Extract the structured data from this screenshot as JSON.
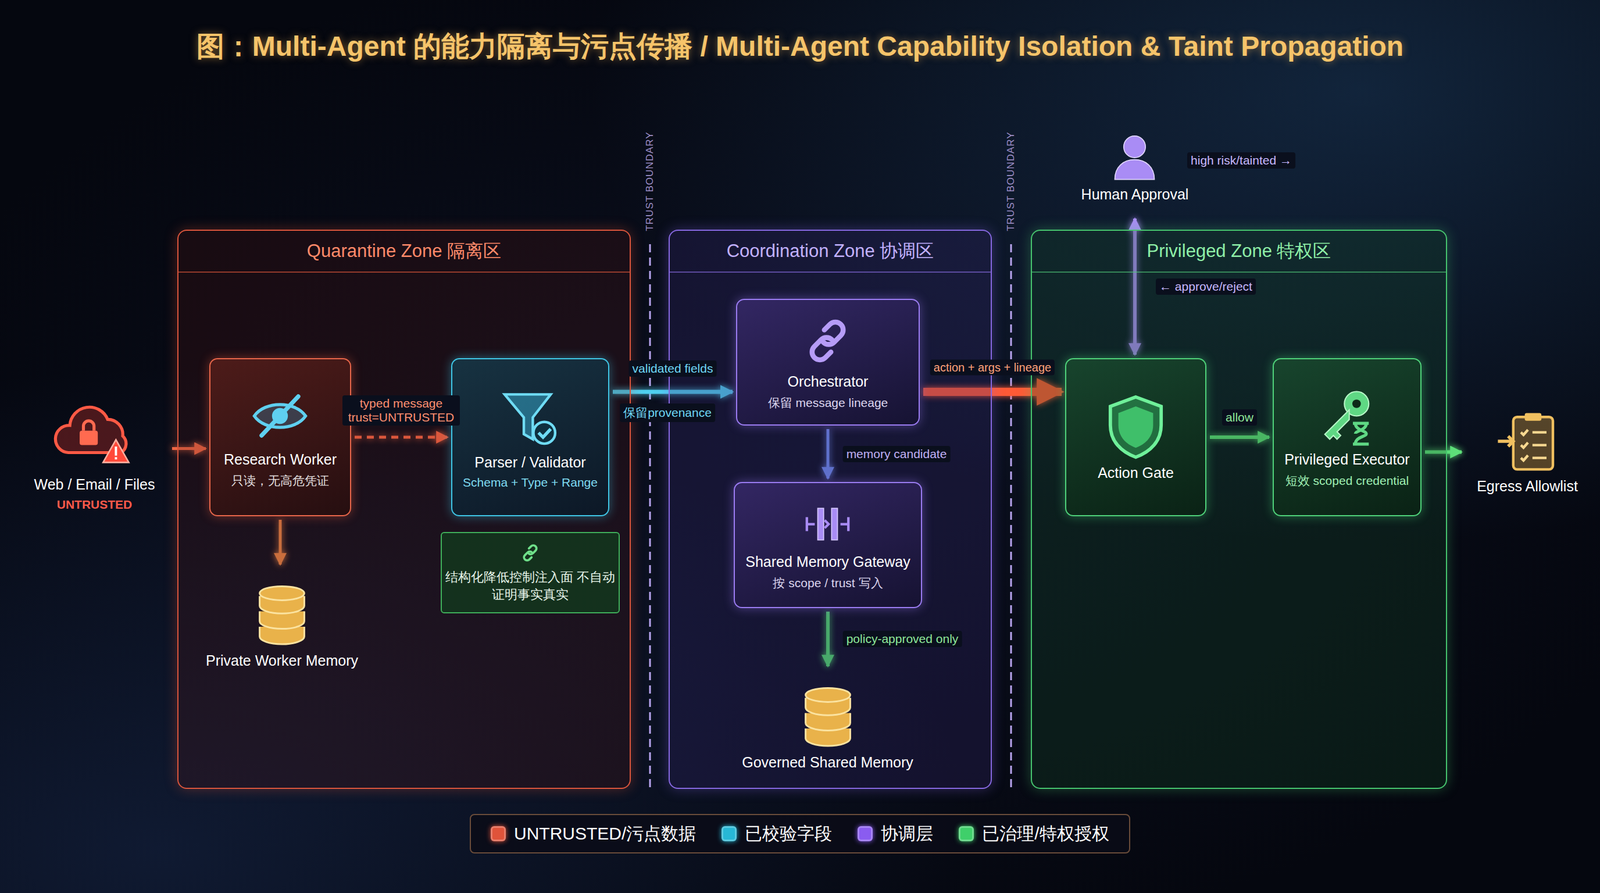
{
  "diagram": {
    "title": "图：Multi-Agent 的能力隔离与污点传播 / Multi-Agent Capability Isolation & Taint Propagation",
    "nodes": [
      {
        "text": [
          "Web / Email / Files",
          "UNTRUSTED"
        ]
      },
      {
        "text": [
          "Quarantine Zone 隔离区"
        ]
      },
      {
        "text": [
          "Research Worker",
          "只读，无高危凭证"
        ],
        "in": 1
      },
      {
        "text": [
          "Private Worker Memory"
        ],
        "in": 1
      },
      {
        "text": [
          "Parser / Validator",
          "Schema + Type + Range"
        ],
        "in": 1
      },
      {
        "text": [
          "结构化降低控制注入面 不自动证明事实真实"
        ],
        "in": 1
      },
      {
        "text": [
          "Coordination Zone 协调区"
        ]
      },
      {
        "text": [
          "Orchestrator",
          "保留 message lineage"
        ],
        "in": 6
      },
      {
        "text": [
          "Shared Memory Gateway",
          "按 scope / trust 写入"
        ],
        "in": 6
      },
      {
        "text": [
          "Governed Shared Memory"
        ],
        "in": 6
      },
      {
        "text": [
          "Human Approval"
        ]
      },
      {
        "text": [
          "Privileged Zone 特权区"
        ]
      },
      {
        "text": [
          "Action Gate"
        ],
        "in": 11
      },
      {
        "text": [
          "Privileged Executor",
          "短效 scoped credential"
        ],
        "in": 11
      },
      {
        "text": [
          "Egress Allowlist"
        ]
      }
    ],
    "edges": [
      {
        "from": 0,
        "to": 2,
        "arrow": "to"
      },
      {
        "from": 2,
        "to": 3,
        "arrow": "to"
      },
      {
        "from": 2,
        "to": 4,
        "arrow": "to",
        "label": "typed message trust=UNTRUSTED"
      },
      {
        "from": 4,
        "to": 7,
        "arrow": "to",
        "label": "validated fields"
      },
      {
        "from": 7,
        "to": 8,
        "arrow": "to",
        "label": "memory candidate"
      },
      {
        "from": 8,
        "to": 9,
        "arrow": "to",
        "label": "policy-approved only"
      },
      {
        "from": 7,
        "to": 12,
        "arrow": "to",
        "label": "action + args + lineage"
      },
      {
        "from": 12,
        "to": 10,
        "arrow": "both",
        "label": "← approve/reject"
      },
      {
        "from": 12,
        "to": 13,
        "arrow": "to",
        "label": "allow"
      },
      {
        "from": 13,
        "to": 14,
        "arrow": "to"
      }
    ],
    "labels": [
      "TRUST BOUNDARY",
      "TRUST BOUNDARY",
      "保留provenance",
      "high risk/tainted →"
    ],
    "legend": [
      {
        "text": "UNTRUSTED/污点数据",
        "color": "#e0533a"
      },
      {
        "text": "已校验字段",
        "color": "#27b8d6"
      },
      {
        "text": "协调层",
        "color": "#8a5cf0"
      },
      {
        "text": "已治理/特权授权",
        "color": "#3fcf6a"
      }
    ]
  }
}
